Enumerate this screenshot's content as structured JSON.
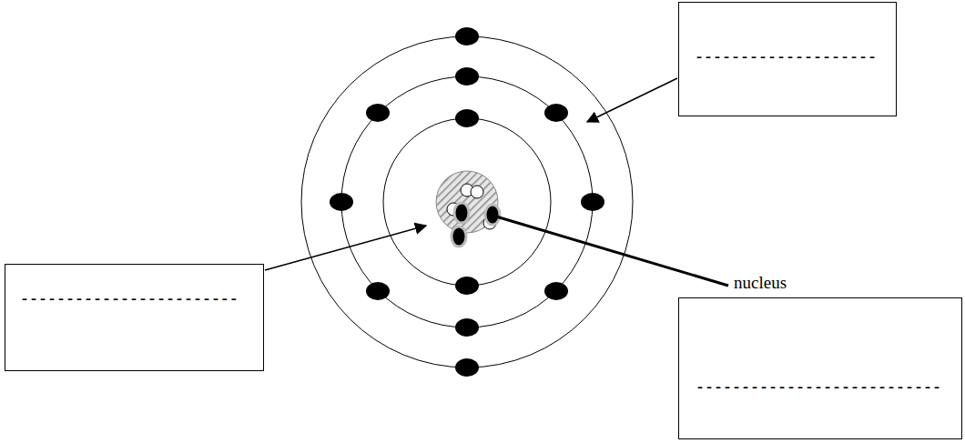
{
  "diagram": {
    "nodes": [
      {
        "text": [
          "--------------------"
        ]
      },
      {
        "text": [
          "------------------------"
        ]
      },
      {
        "text": [
          "---------------------------"
        ]
      }
    ],
    "labels": [
      "nucleus"
    ]
  }
}
